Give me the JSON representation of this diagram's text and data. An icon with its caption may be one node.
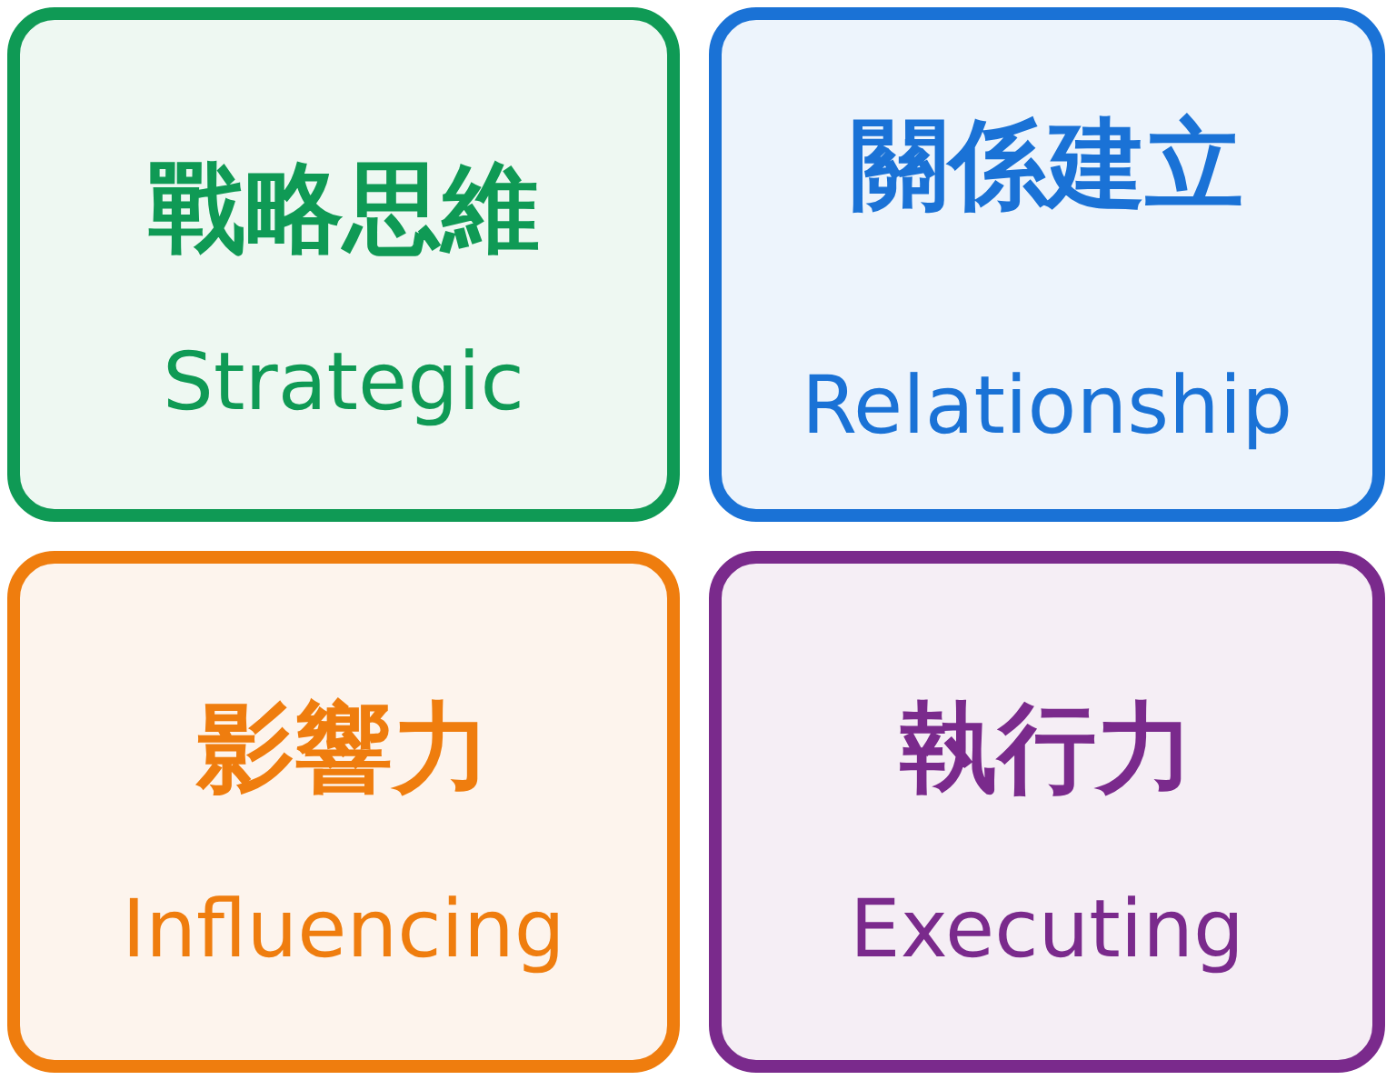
{
  "diagram": {
    "nodes": [
      {
        "text": [
          "戰略思維",
          "Strategic"
        ]
      },
      {
        "text": [
          "關係建立",
          "Relationship"
        ]
      },
      {
        "text": [
          "影響力",
          "Influencing"
        ]
      },
      {
        "text": [
          "執行力",
          "Executing"
        ]
      }
    ]
  }
}
